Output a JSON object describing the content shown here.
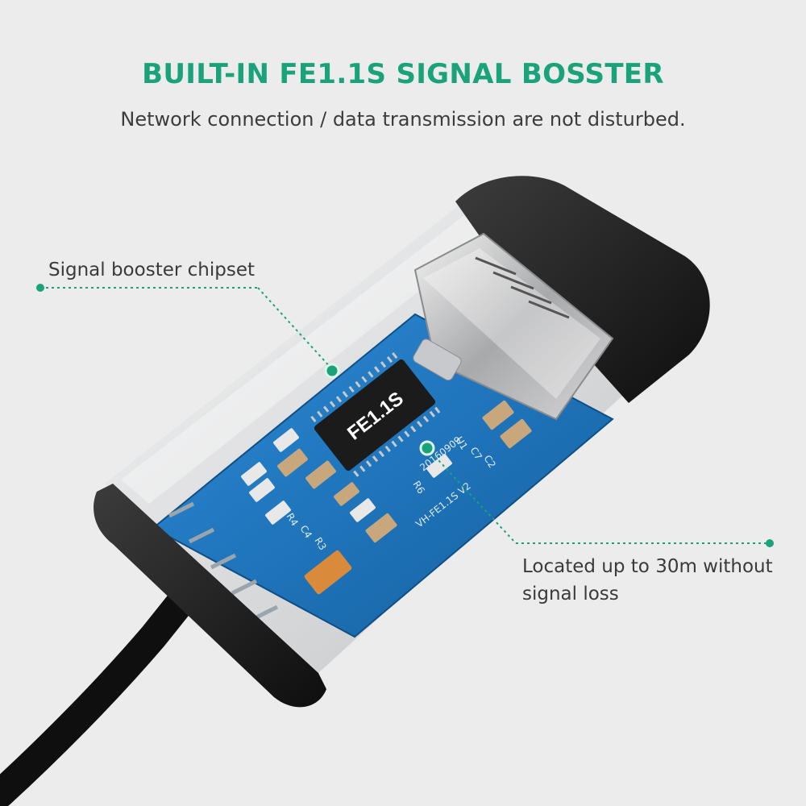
{
  "headline": "BUILT-IN FE1.1S SIGNAL BOSSTER",
  "subheadline": "Network connection / data transmission are not disturbed.",
  "callouts": {
    "chipset": "Signal booster chipset",
    "range_line1": "Located up to 30m without",
    "range_line2": "signal loss"
  },
  "chip_marking": "FE1.1S",
  "pcb_silkscreen": {
    "u1": "U1",
    "c7": "C7",
    "c2": "C2",
    "r6": "R6",
    "date": "20160909",
    "model": "VH-FE1.1S V2",
    "r3": "R3",
    "r4": "R4",
    "c4": "C4"
  },
  "colors": {
    "accent": "#1aa37a",
    "pcb": "#1f78c4",
    "background": "#ececec"
  }
}
